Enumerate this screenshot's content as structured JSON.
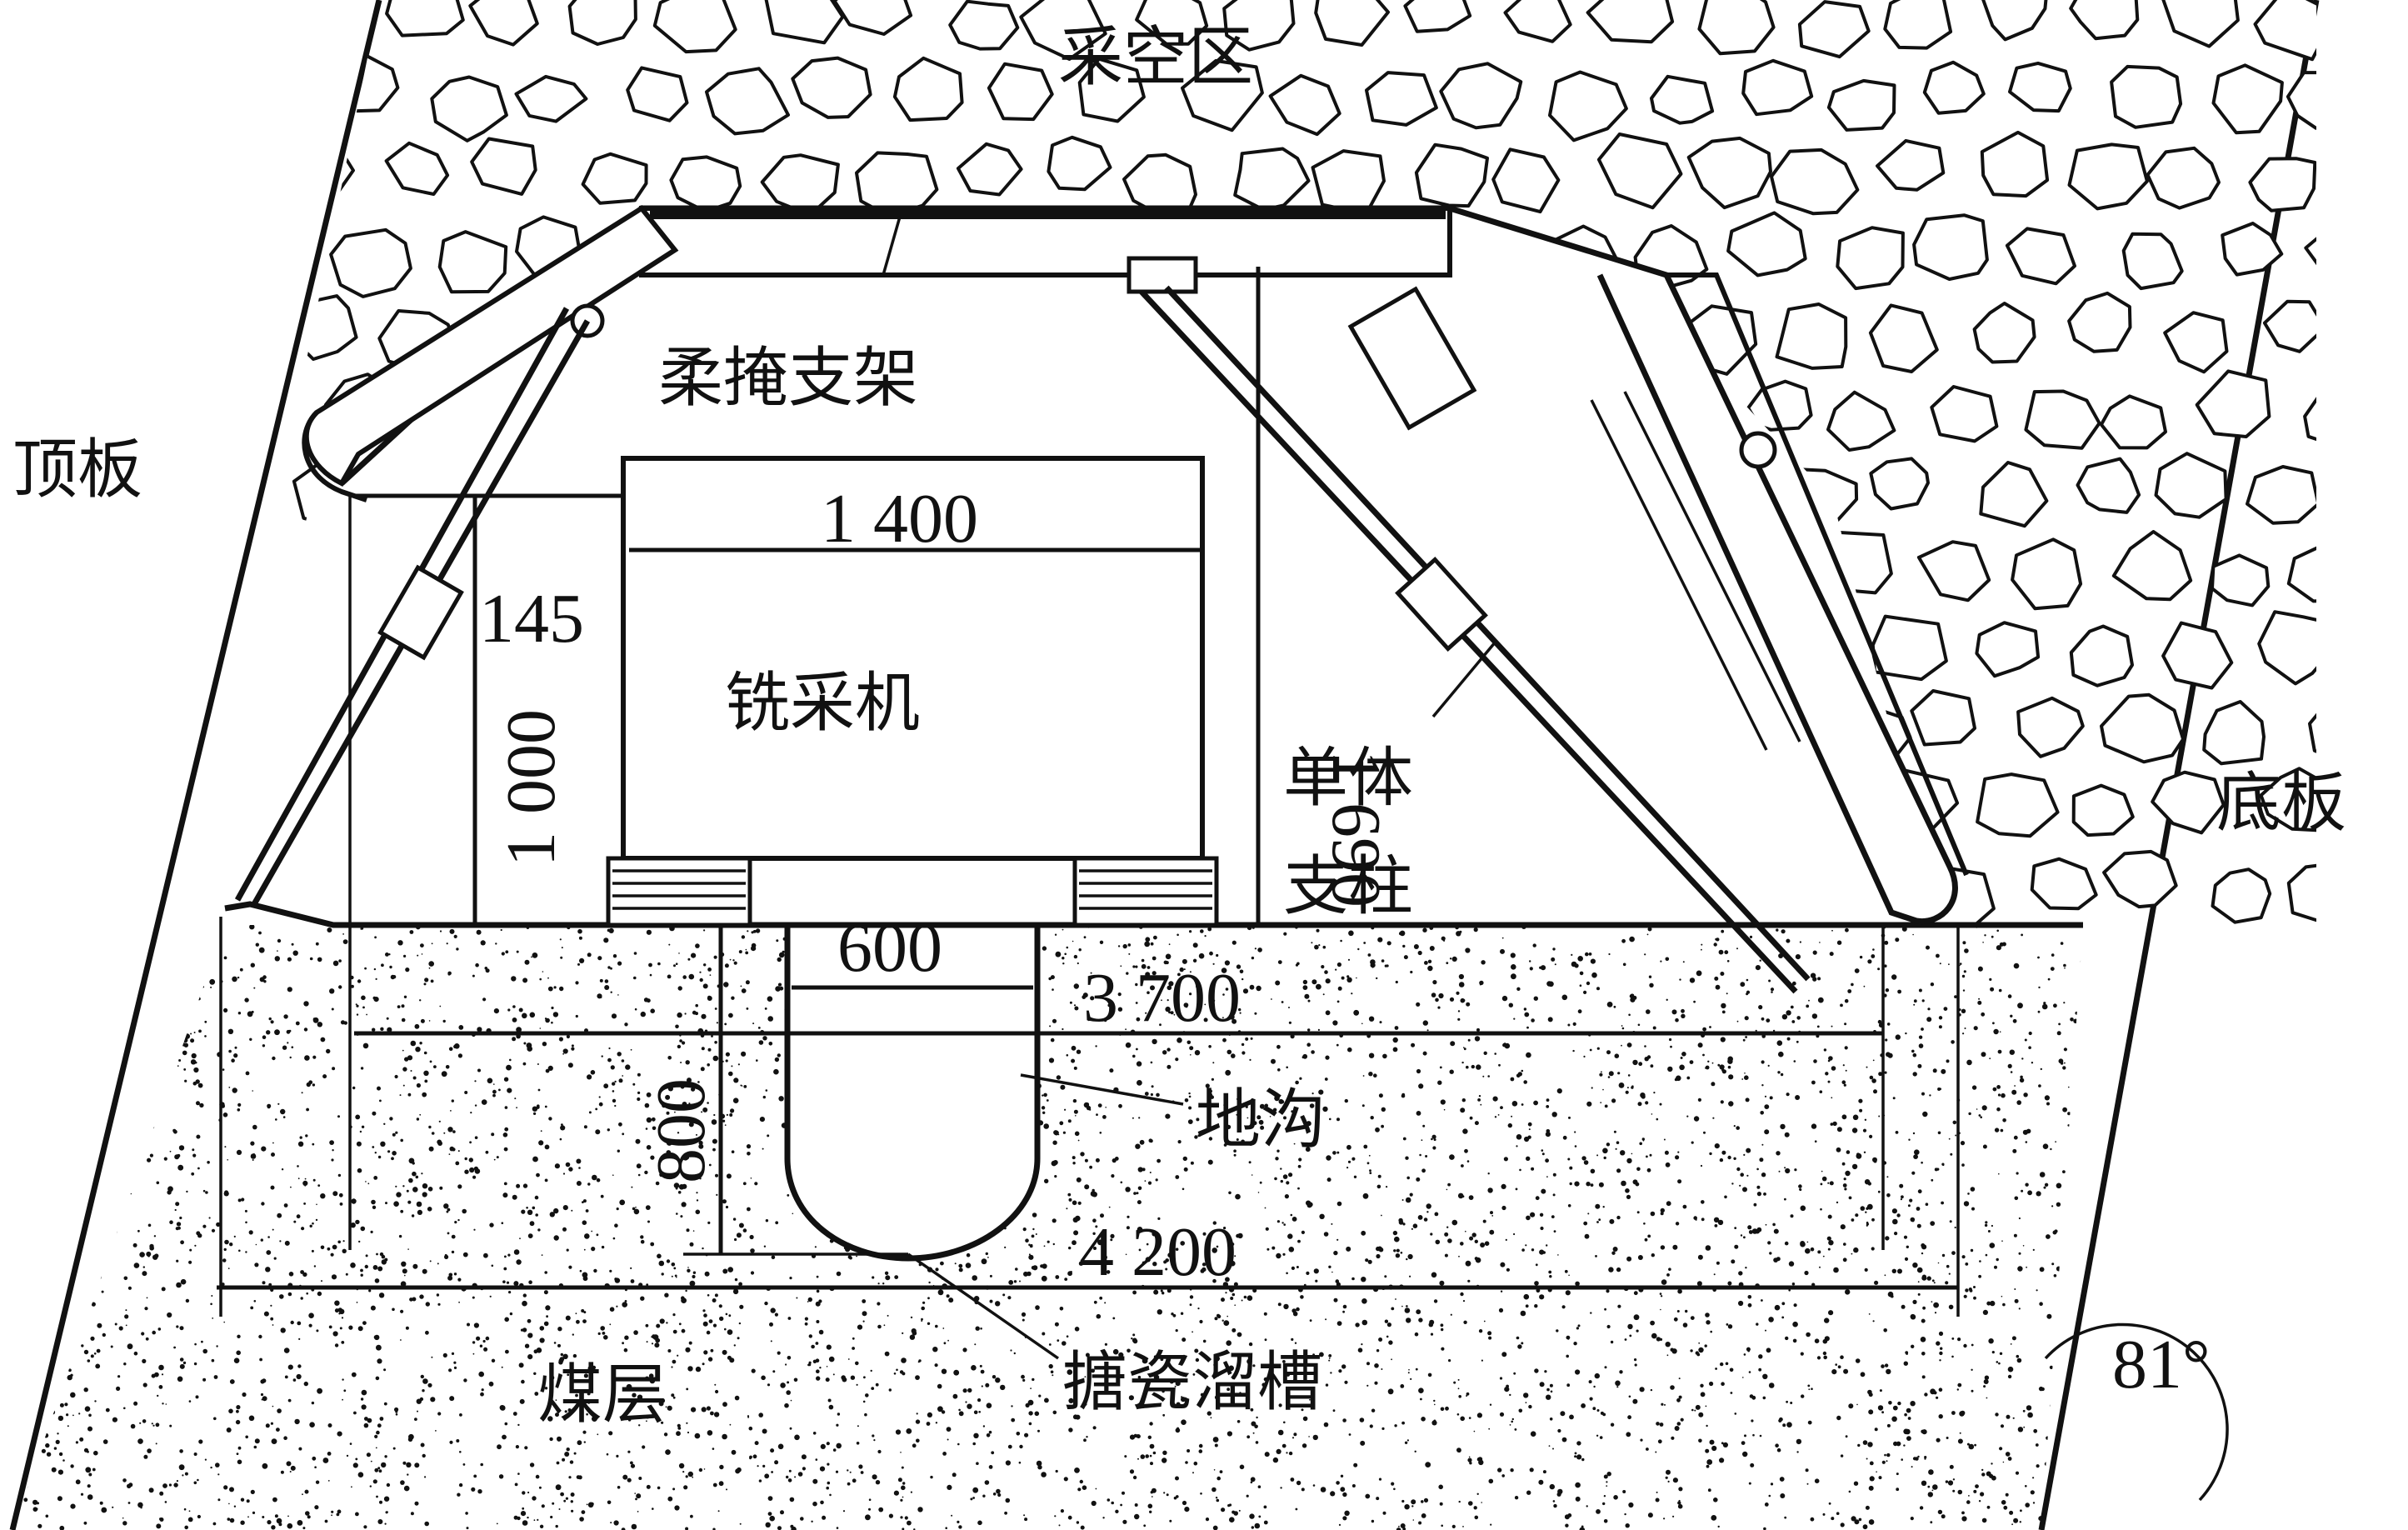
{
  "labels": {
    "goaf": "采空区",
    "roof": "顶板",
    "floor": "底板",
    "coal_seam": "煤层",
    "flexible_shield_support": "柔掩支架",
    "milling_machine": "铣采机",
    "single_prop_line1": "单体",
    "single_prop_line2": "支柱",
    "ground_trench": "地沟",
    "enamel_chute": "搪瓷溜槽"
  },
  "dimensions": {
    "machine_width": "1 400",
    "gap_145": "145",
    "height_1000": "1 000",
    "height_1690": "1 690",
    "trench_width": "600",
    "width_3700": "3 700",
    "trench_depth": "800",
    "width_4200": "4 200",
    "dip_angle": "81°"
  },
  "colors": {
    "line": "#111111",
    "background": "#ffffff"
  }
}
